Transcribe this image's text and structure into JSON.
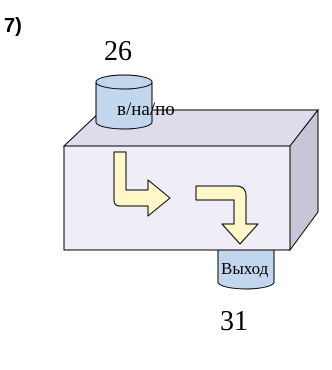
{
  "problem": {
    "number": "7)"
  },
  "input": {
    "value": "26",
    "label": "в/на/по"
  },
  "output": {
    "value": "31",
    "label": "Выход"
  },
  "colors": {
    "box_front": "#efedf7",
    "box_top": "#dedbea",
    "box_side": "#c8c5d6",
    "cylinder": "#c2d7ed",
    "arrow": "#fff7c8",
    "stroke": "#000000"
  },
  "icons": [
    "process-box",
    "input-cylinder",
    "output-cylinder",
    "bent-arrow-icon"
  ]
}
